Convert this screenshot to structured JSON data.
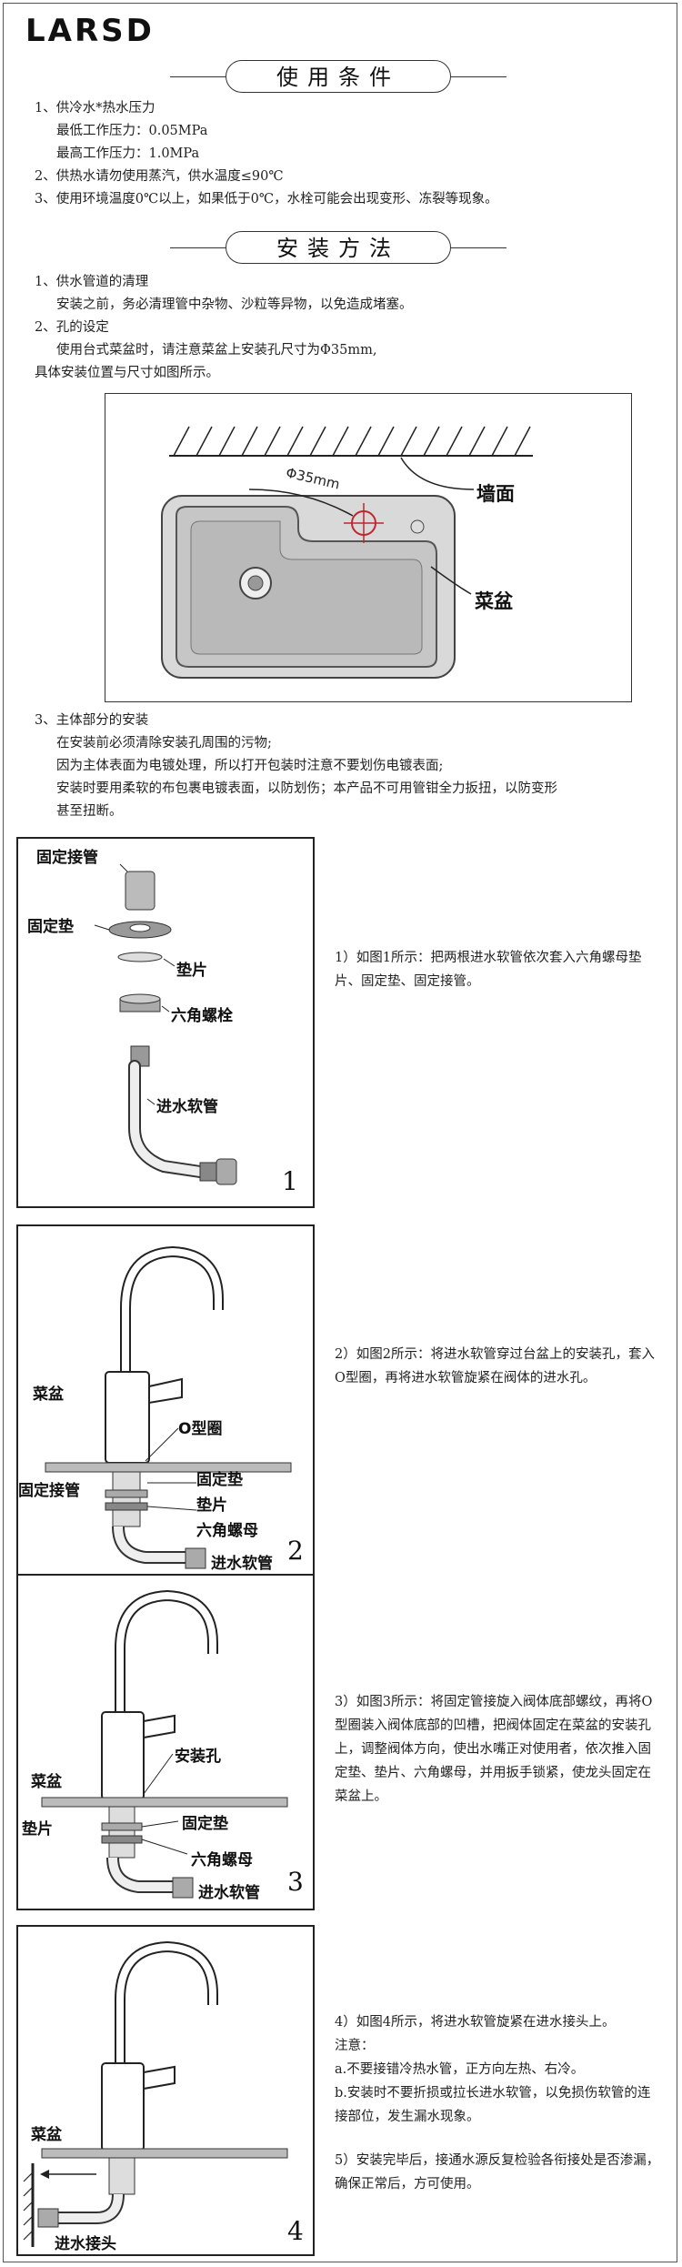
{
  "brand": "LARSD",
  "usage": {
    "title": "使用条件",
    "lines": [
      "1、供冷水*热水压力",
      "最低工作压力：0.05MPa",
      "最高工作压力：1.0MPa",
      "2、供热水请勿使用蒸汽，供水温度≤90℃",
      "3、使用环境温度0℃以上，如果低于0℃，水栓可能会出现变形、冻裂等现象。"
    ]
  },
  "install": {
    "title": "安装方法",
    "lines": [
      "1、供水管道的清理",
      "安装之前，务必清理管中杂物、沙粒等异物，以免造成堵塞。",
      "2、孔的设定",
      "使用台式菜盆时，请注意菜盆上安装孔尺寸为Φ35mm,",
      "具体安装位置与尺寸如图所示。"
    ],
    "diagram": {
      "hole": "Φ35mm",
      "wall": "墙面",
      "basin": "菜盆"
    },
    "lines2": [
      "3、主体部分的安装",
      "在安装前必须清除安装孔周围的污物;",
      "因为主体表面为电镀处理，所以打开包装时注意不要划伤电镀表面;",
      "安装时要用柔软的布包裹电镀表面，以防划伤；本产品不可用管钳全力扳扭，以防变形",
      "甚至扭断。"
    ]
  },
  "figures": [
    {
      "num": "1",
      "labels": {
        "pipe": "固定接管",
        "washer": "固定垫",
        "gasket": "垫片",
        "nut": "六角螺栓",
        "hose": "进水软管"
      },
      "desc": [
        "1）如图1所示：把两根进水软管依次套入六角螺母垫片、固定垫、固定接管。"
      ]
    },
    {
      "num": "2",
      "labels": {
        "basin": "菜盆",
        "oring": "O型圈",
        "pipe": "固定接管",
        "washer": "固定垫",
        "gasket": "垫片",
        "nut": "六角螺母",
        "hose": "进水软管"
      },
      "desc": [
        "2）如图2所示：将进水软管穿过台盆上的安装孔，套入O型圈，再将进水软管旋紧在阀体的进水孔。"
      ]
    },
    {
      "num": "3",
      "labels": {
        "basin": "菜盆",
        "hole": "安装孔",
        "gasket": "垫片",
        "washer": "固定垫",
        "nut": "六角螺母",
        "hose": "进水软管"
      },
      "desc": [
        "3）如图3所示：将固定管接旋入阀体底部螺纹，再将O型圈装入阀体底部的凹槽，把阀体固定在菜盆的安装孔上，调整阀体方向，使出水嘴正对使用者，依次推入固定垫、垫片、六角螺母，并用扳手锁紧，使龙头固定在菜盆上。"
      ]
    },
    {
      "num": "4",
      "labels": {
        "basin": "菜盆",
        "joint": "进水接头"
      },
      "desc": [
        "4）如图4所示，将进水软管旋紧在进水接头上。",
        "注意：",
        "a.不要接错冷热水管，正方向左热、右冷。",
        "b.安装时不要折损或拉长进水软管，以免损伤软管的连接部位，发生漏水现象。",
        "",
        "5）安装完毕后，接通水源反复检验各衔接处是否渗漏，确保正常后，方可使用。"
      ]
    }
  ]
}
